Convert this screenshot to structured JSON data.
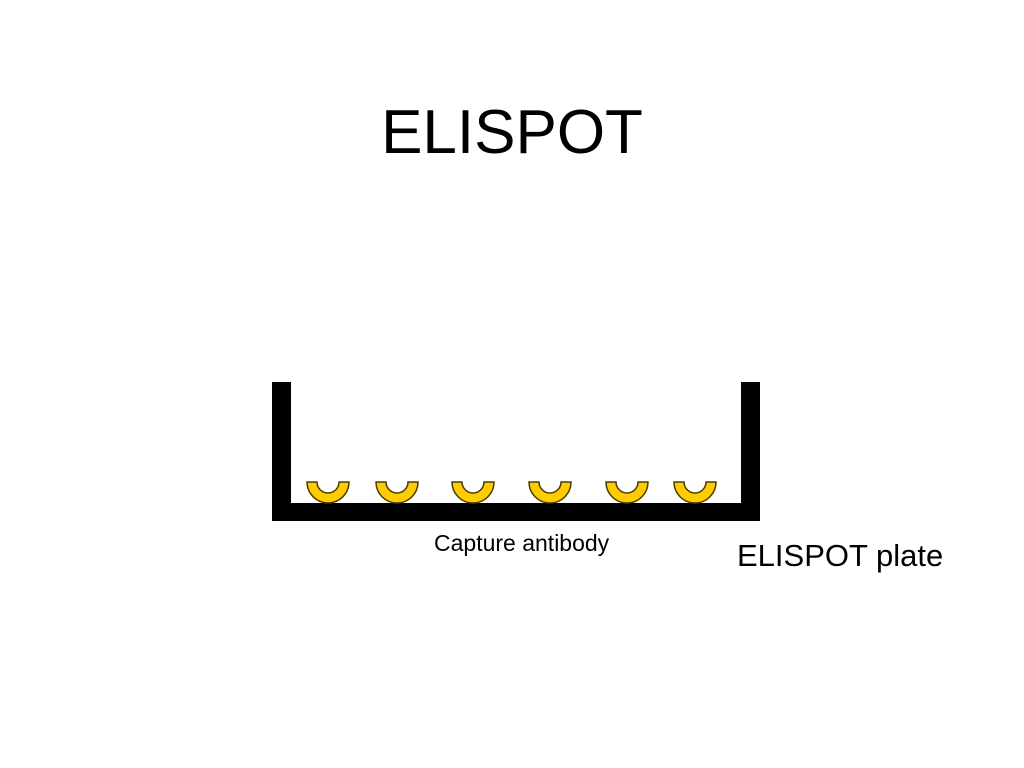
{
  "slide": {
    "title": "ELISPOT"
  },
  "diagram": {
    "capture_antibody_label": "Capture antibody",
    "plate_label": "ELISPOT plate",
    "antibody_count": 6,
    "colors": {
      "plate": "#000000",
      "antibody_fill": "#ffcc00",
      "antibody_outline": "#4d3b00",
      "background": "#ffffff"
    }
  }
}
